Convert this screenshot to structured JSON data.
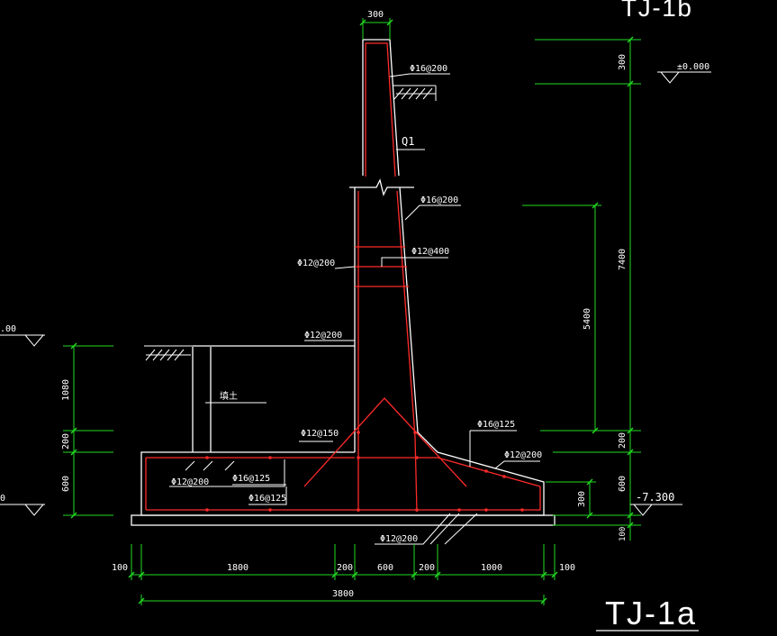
{
  "colors": {
    "background": "#000000",
    "outline": "#ffffff",
    "rebar": "#ff2a2a",
    "dimension": "#22dd22",
    "text": "#ffffff"
  },
  "drawing": {
    "title_main": "TJ-1a",
    "title_partial": "TJ-1b",
    "wall_label": "Q1",
    "fill_label": "填土",
    "level_top": "±0.000",
    "level_bottom": "-7.300",
    "level_left_top": ".00",
    "level_left_bottom": "0"
  },
  "rebar_labels": {
    "wall_top": "Φ16@200",
    "wall_mid": "Φ16@200",
    "distribution": "Φ12@400",
    "inner_a": "Φ12@200",
    "inner_b": "Φ12@200",
    "corner": "Φ12@150",
    "toe_top": "Φ16@125",
    "toe_slope": "Φ12@200",
    "heel_top": "Φ12@200",
    "heel_mid": "Φ16@125",
    "heel_bot": "Φ16@125",
    "base": "Φ12@200"
  },
  "dimensions": {
    "top_width": "300",
    "right_outer": [
      "300",
      "7400",
      "200",
      "600",
      "100"
    ],
    "right_inner": [
      "5400"
    ],
    "left": [
      "1080",
      "200",
      "600"
    ],
    "toe_height": "300",
    "bottom_segments": [
      "100",
      "1800",
      "200",
      "600",
      "200",
      "1000",
      "100"
    ],
    "bottom_total": "3800"
  }
}
